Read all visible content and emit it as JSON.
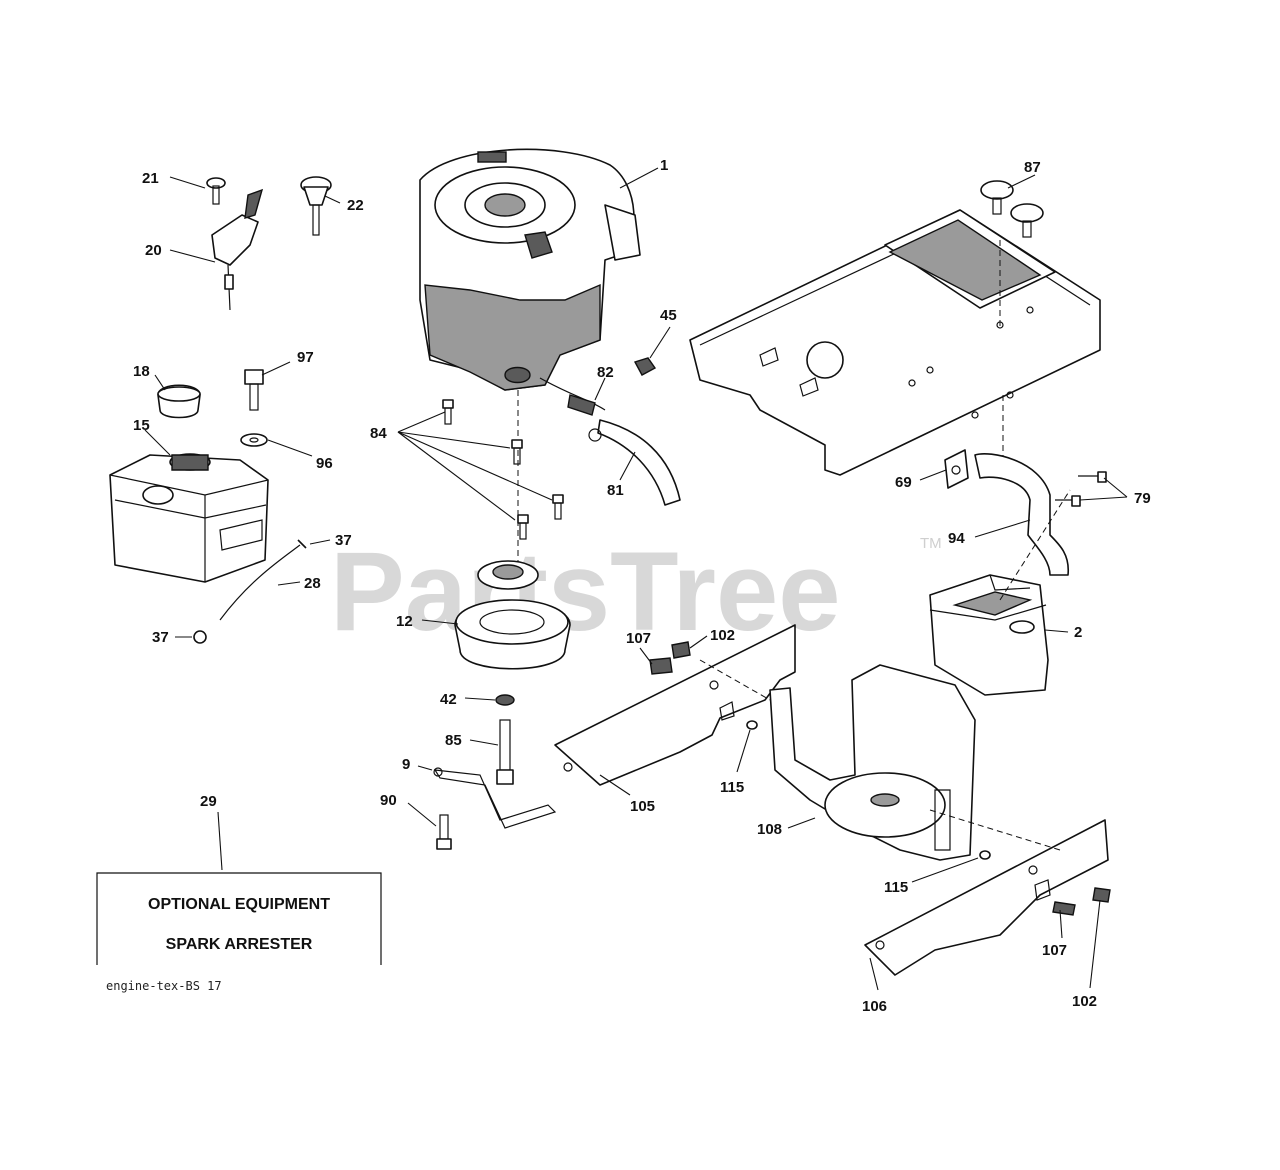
{
  "watermark": {
    "text": "PartsTree",
    "trademark": "TM"
  },
  "callouts": {
    "c1": "1",
    "c2": "2",
    "c9": "9",
    "c12": "12",
    "c15": "15",
    "c18": "18",
    "c20": "20",
    "c21": "21",
    "c22": "22",
    "c28": "28",
    "c29": "29",
    "c37a": "37",
    "c37b": "37",
    "c42": "42",
    "c45": "45",
    "c69": "69",
    "c79": "79",
    "c81": "81",
    "c82": "82",
    "c84": "84",
    "c85": "85",
    "c87": "87",
    "c90": "90",
    "c94": "94",
    "c96": "96",
    "c97": "97",
    "c102a": "102",
    "c102b": "102",
    "c105": "105",
    "c106": "106",
    "c107a": "107",
    "c107b": "107",
    "c108": "108",
    "c115a": "115",
    "c115b": "115"
  },
  "optional_box": {
    "line1": "OPTIONAL EQUIPMENT",
    "line2": "SPARK ARRESTER"
  },
  "diagram_code": "engine-tex-BS 17"
}
